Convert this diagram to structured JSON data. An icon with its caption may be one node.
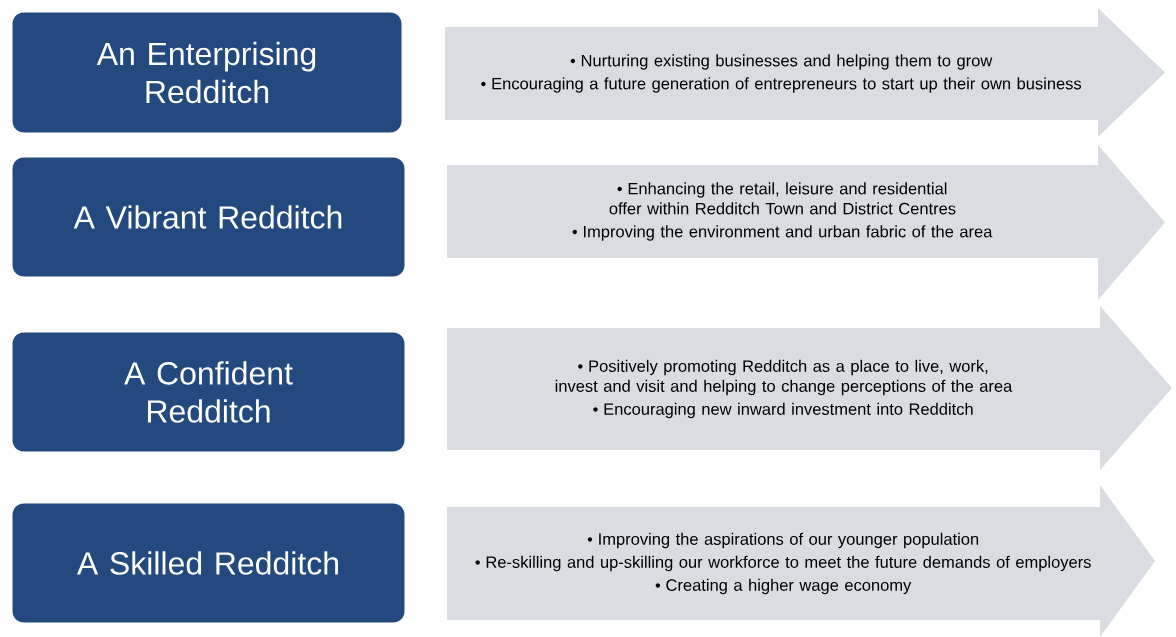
{
  "diagram": {
    "nodes": [
      {
        "text": [
          "An Enterprising Redditch"
        ]
      },
      {
        "text": [
          "Nurturing existing businesses and helping them to grow",
          "Encouraging a future generation of entrepreneurs to start up their own business"
        ]
      },
      {
        "text": [
          "A Vibrant Redditch"
        ]
      },
      {
        "text": [
          "Enhancing the retail, leisure and residential offer within Redditch Town and District Centres",
          "Improving the environment and urban fabric of the area"
        ]
      },
      {
        "text": [
          "A Confident Redditch"
        ]
      },
      {
        "text": [
          "Positively promoting Redditch as a place to live, work, invest and visit and helping to change perceptions of the area",
          "Encouraging new inward investment into Redditch"
        ]
      },
      {
        "text": [
          "A Skilled Redditch"
        ]
      },
      {
        "text": [
          "Improving the aspirations of our younger population",
          "Re-skilling and up-skilling our workforce to meet the future demands of employers",
          "Creating a higher wage economy"
        ]
      }
    ]
  }
}
